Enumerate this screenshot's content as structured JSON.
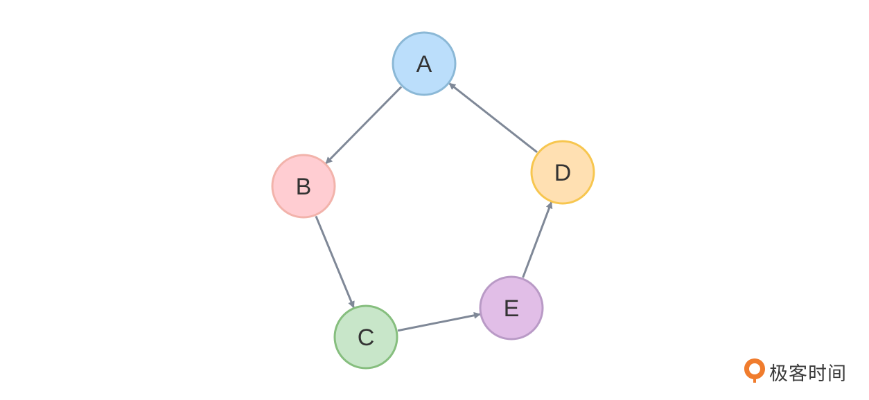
{
  "diagram": {
    "type": "directed-cycle-graph",
    "nodes": [
      {
        "id": "A",
        "label": "A",
        "fill": "#bbdefb",
        "stroke": "#8bb8d6"
      },
      {
        "id": "B",
        "label": "B",
        "fill": "#ffcdd2",
        "stroke": "#f2b3ab"
      },
      {
        "id": "C",
        "label": "C",
        "fill": "#c8e6c9",
        "stroke": "#86be7e"
      },
      {
        "id": "D",
        "label": "D",
        "fill": "#ffe0b2",
        "stroke": "#f7c64f"
      },
      {
        "id": "E",
        "label": "E",
        "fill": "#e1bee7",
        "stroke": "#b99ac6"
      }
    ],
    "edges": [
      {
        "from": "A",
        "to": "B"
      },
      {
        "from": "B",
        "to": "C"
      },
      {
        "from": "C",
        "to": "E"
      },
      {
        "from": "E",
        "to": "D"
      },
      {
        "from": "D",
        "to": "A"
      }
    ],
    "edge_color": "#7f8897"
  },
  "watermark": {
    "text": "极客时间",
    "logo_color": "#f07c2d",
    "icon": "geektime-logo-icon"
  }
}
